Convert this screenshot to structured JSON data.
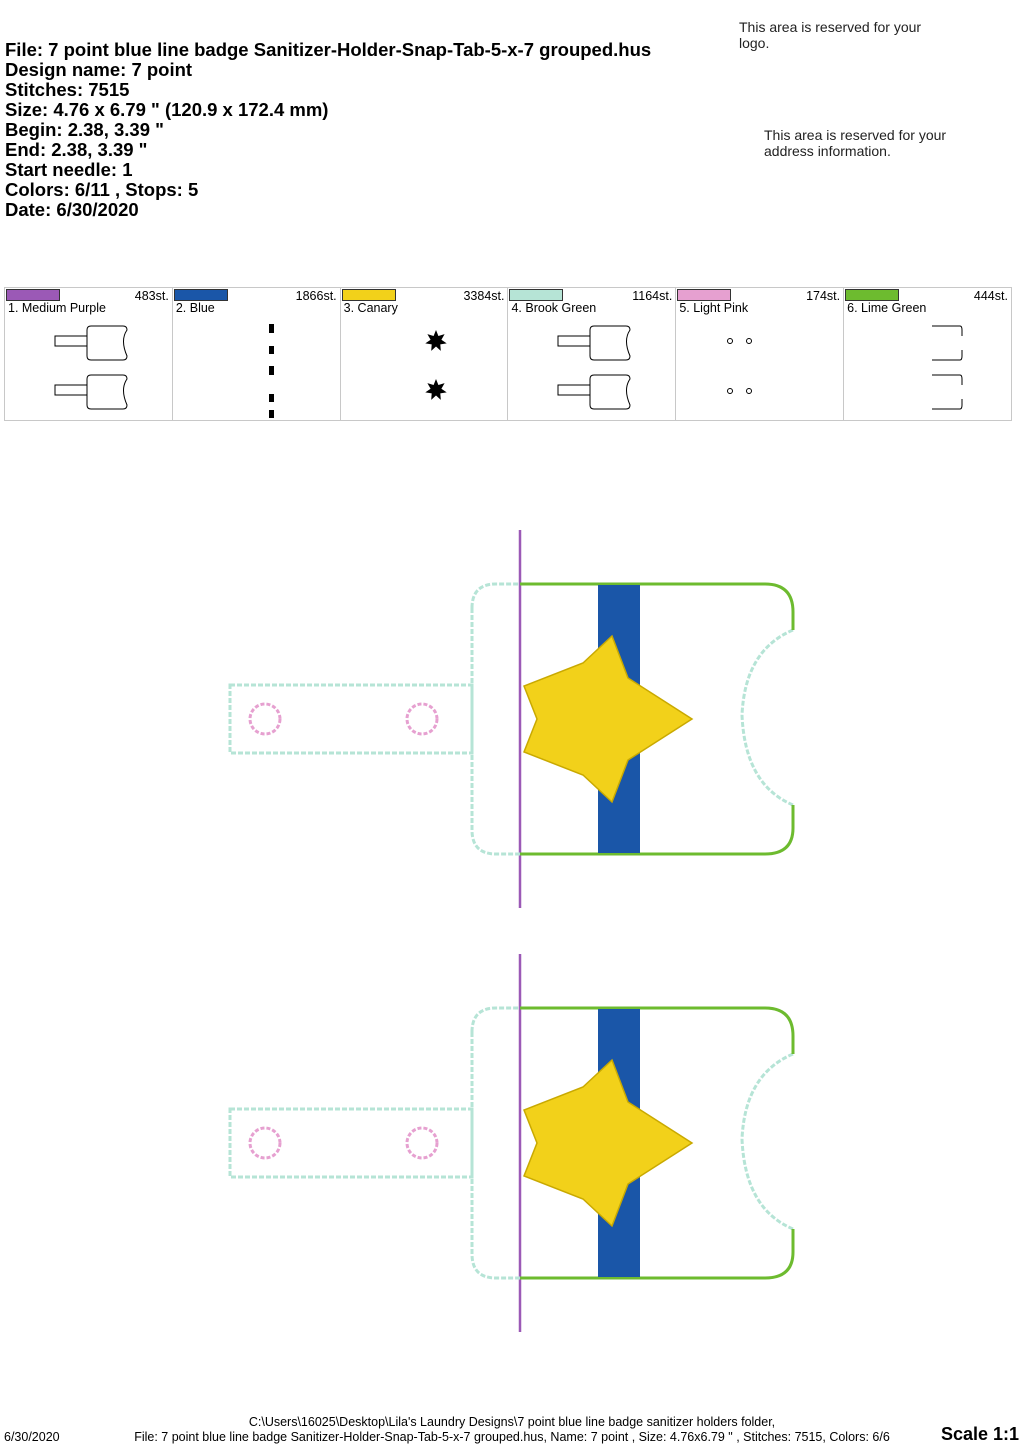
{
  "info": {
    "file": "File: 7 point blue line badge Sanitizer-Holder-Snap-Tab-5-x-7 grouped.hus",
    "design_name": "Design name: 7 point",
    "stitches": "Stitches: 7515",
    "size": "Size: 4.76 x 6.79 \" (120.9 x 172.4 mm)",
    "begin": "Begin: 2.38, 3.39 \"",
    "end": "End: 2.38, 3.39 \"",
    "start_needle": "Start needle: 1",
    "colors": "Colors: 6/11 , Stops: 5",
    "date": "Date: 6/30/2020"
  },
  "reserved": {
    "logo": "This area is reserved for your logo.",
    "address": "This area is reserved for your address information."
  },
  "palette": [
    {
      "name": "1. Medium Purple",
      "stitches": "483st.",
      "color": "#9b59b6",
      "thumb": "tab"
    },
    {
      "name": "2. Blue",
      "stitches": "1866st.",
      "color": "#1a56a8",
      "thumb": "line"
    },
    {
      "name": "3. Canary",
      "stitches": "3384st.",
      "color": "#f2d11a",
      "thumb": "star"
    },
    {
      "name": "4. Brook Green",
      "stitches": "1164st.",
      "color": "#b6e4d6",
      "thumb": "tab"
    },
    {
      "name": "5. Light Pink",
      "stitches": "174st.",
      "color": "#e6a0d0",
      "thumb": "dots"
    },
    {
      "name": "6. Lime Green",
      "stitches": "444st.",
      "color": "#6dbb2f",
      "thumb": "bracket"
    }
  ],
  "footer": {
    "path": "C:\\Users\\16025\\Desktop\\Lila's Laundry Designs\\7 point blue line badge sanitizer holders folder,",
    "file_line": "File: 7 point blue line badge Sanitizer-Holder-Snap-Tab-5-x-7 grouped.hus, Name: 7 point , Size: 4.76x6.79 \" , Stitches: 7515, Colors: 6/6",
    "date": "6/30/2020",
    "scale": "Scale 1:1"
  }
}
